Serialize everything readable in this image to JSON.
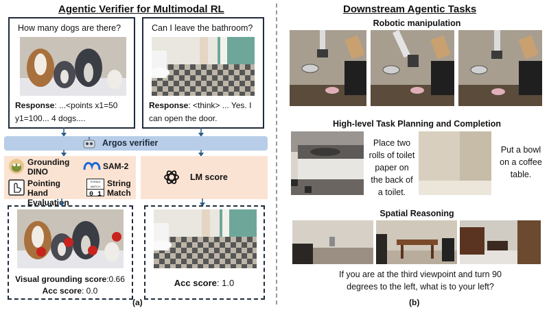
{
  "left": {
    "title": "Agentic Verifier for Multimodal RL",
    "card1": {
      "question": "How many dogs are there?",
      "response_label": "Response",
      "response_text": ": ...<points x1=50 y1=100... 4 dogs...."
    },
    "card2": {
      "question": "Can I leave the bathroom?",
      "response_label": "Response",
      "response_text": ": <think> ... Yes. I can open the door."
    },
    "verifier_label": "Argos verifier",
    "tools": {
      "grounding": "Grounding DINO",
      "sam": "SAM-2",
      "pointing": "Pointing Hand Evaluation",
      "string": "String Match",
      "string_icon_top": "STRING MATCH",
      "string_icon_digits": "0 1"
    },
    "lm_score": "LM score",
    "result1": {
      "vg_label": "Visual grounding score",
      "vg_value": ":0.66",
      "acc_label": "Acc score",
      "acc_value": ": 0.0"
    },
    "result2": {
      "acc_label": "Acc score",
      "acc_value": ": 1.0"
    },
    "caption": "(a)"
  },
  "right": {
    "title": "Downstream Agentic Tasks",
    "robotic": "Robotic manipulation",
    "planning": "High-level Task Planning and Completion",
    "task1": "Place two rolls of toilet paper on the back of a toilet.",
    "task2": "Put a bowl on a coffee table.",
    "spatial": "Spatial Reasoning",
    "spatial_q": "If you are at the third viewpoint and turn 90 degrees to the left, what is to your left?",
    "caption": "(b)"
  },
  "colors": {
    "border": "#1e2a3a",
    "verifier_band": "#b7cde8",
    "tool_bg": "#fbe3d3",
    "arrow": "#2b5d8a",
    "divider": "#999999"
  }
}
